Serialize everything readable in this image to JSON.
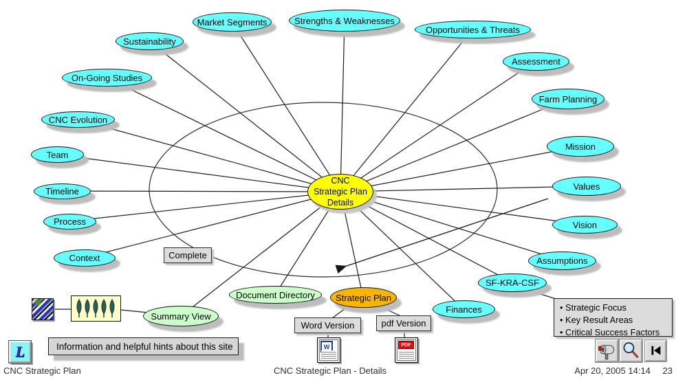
{
  "hub": {
    "line1": "CNC",
    "line2": "Strategic Plan",
    "line3": "Details"
  },
  "topics": {
    "sustainability": "Sustainability",
    "market_segments": "Market Segments",
    "strengths_weaknesses": "Strengths & Weaknesses",
    "opportunities_threats": "Opportunities & Threats",
    "assessment": "Assessment",
    "farm_planning": "Farm Planning",
    "mission": "Mission",
    "values": "Values",
    "vision": "Vision",
    "assumptions": "Assumptions",
    "sf_kra_csf": "SF-KRA-CSF",
    "finances": "Finances",
    "on_going_studies": "On-Going Studies",
    "cnc_evolution": "CNC Evolution",
    "team": "Team",
    "timeline": "Timeline",
    "process": "Process",
    "context": "Context",
    "summary_view": "Summary View",
    "document_directory": "Document Directory",
    "strategic_plan": "Strategic Plan"
  },
  "boxes": {
    "complete": "Complete",
    "word_version": "Word Version",
    "pdf_version": "pdf Version",
    "info": "Information and helpful hints about this site",
    "focus_items": [
      "Strategic Focus",
      "Key Result Areas",
      "Critical Success Factors"
    ]
  },
  "icons": {
    "logo_letter": "L",
    "word_letter": "W",
    "pdf_label": "PDF",
    "names": [
      "site-logo-icon",
      "map-stripe-icon",
      "leaves-icon",
      "word-document-icon",
      "pdf-document-icon",
      "mailbox-icon",
      "search-magnifier-icon",
      "back-first-icon"
    ]
  },
  "status_bar": {
    "left": "CNC Strategic Plan",
    "center": "CNC Strategic Plan - Details",
    "datetime": "Apr 20, 2005 14:14",
    "page": "23"
  },
  "palette": {
    "topic_cyan": "#66FFFF",
    "hub_yellow": "#FFFF00",
    "doc_green": "#CCFFCC",
    "plan_orange": "#F7B500",
    "box_gray": "#DCDCDC",
    "leafbox_cream": "#FFFFCC",
    "shadow_gray": "#BDBDBD"
  }
}
